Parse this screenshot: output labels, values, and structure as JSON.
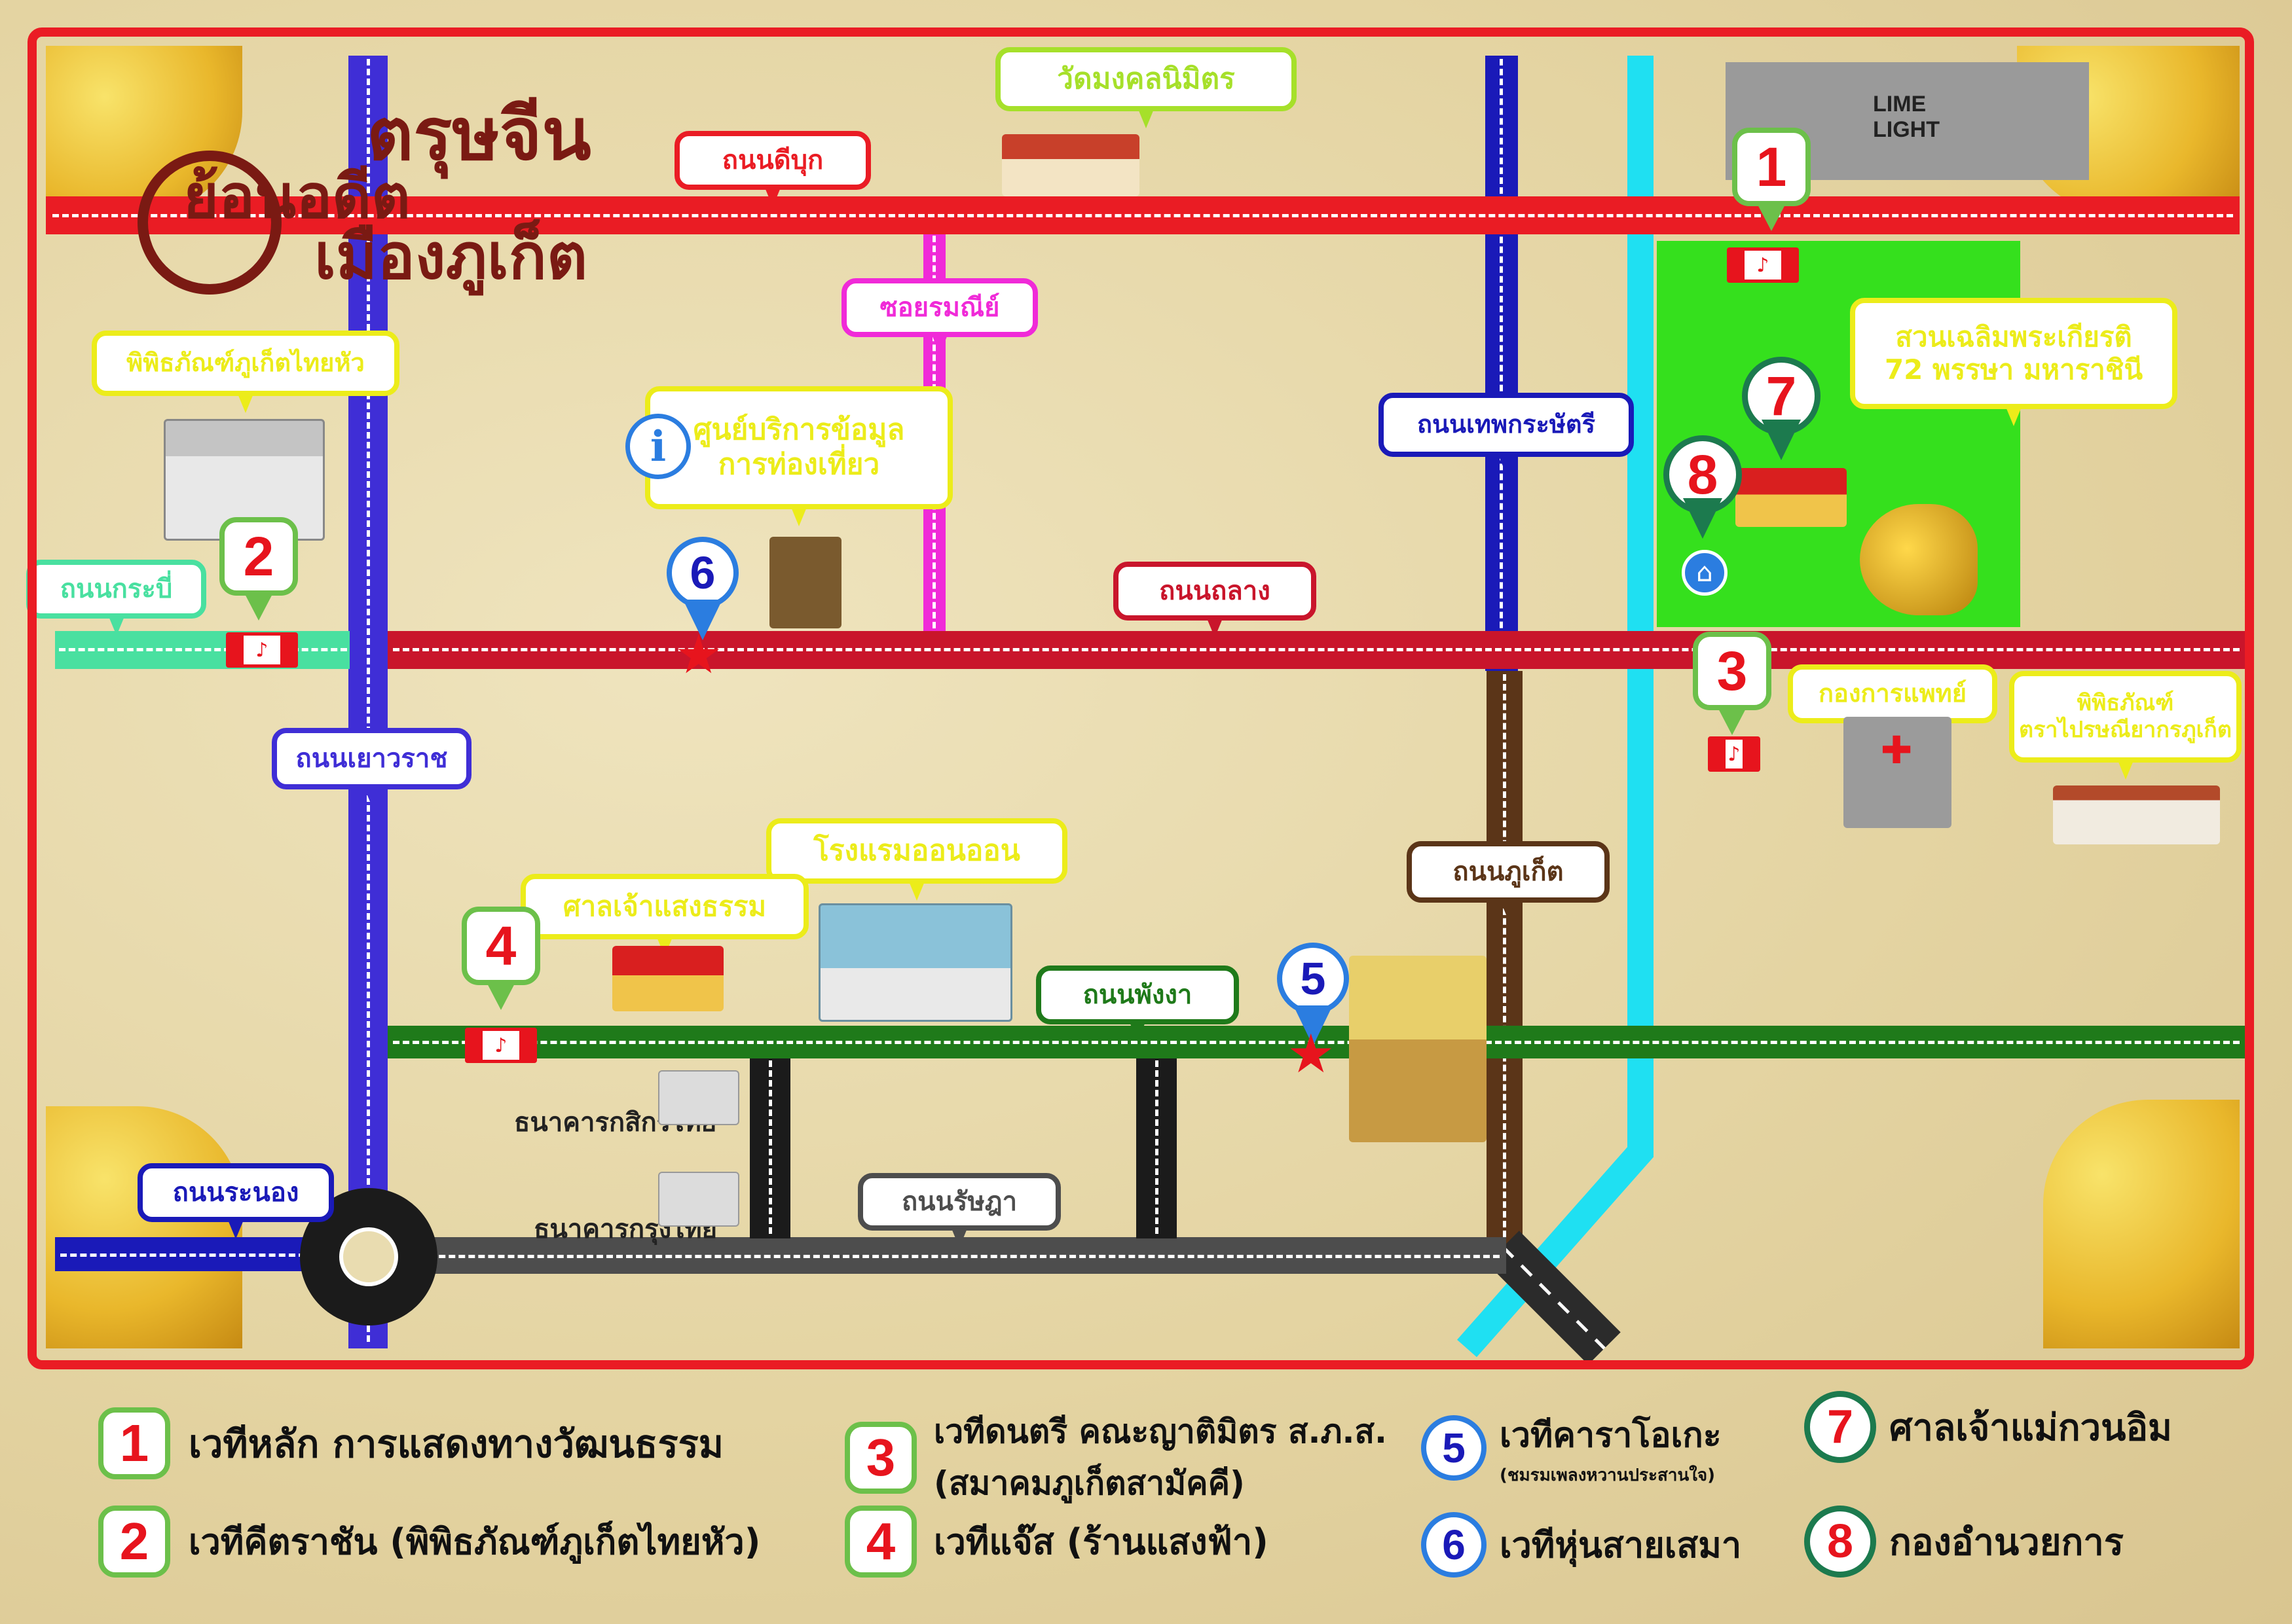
{
  "title": {
    "line1": "ตรุษจีน",
    "line2": "ย้อนอดีต",
    "line3": "เมืองภูเก็ต"
  },
  "roads": {
    "dibuk": "ถนนดีบุก",
    "soi_rommani": "ซอยรมณีย์",
    "thepkrasattri": "ถนนเทพกระษัตรี",
    "krabi": "ถนนกระบี่",
    "thalang": "ถนนถลาง",
    "yaowarat": "ถนนเยาวราช",
    "phuket": "ถนนภูเก็ต",
    "phangnga": "ถนนพังงา",
    "ranong": "ถนนระนอง",
    "ratsada": "ถนนรัษฎา"
  },
  "places": {
    "wat": "วัดมงคลนิมิตร",
    "museum_thaihua": "พิพิธภัณฑ์ภูเก็ตไทยหัว",
    "info_center": "ศูนย์บริการข้อมูล\nการท่องเที่ยว",
    "park": "สวนเฉลิมพระเกียรติ\n72 พรรษา มหาราชินี",
    "medical": "กองการแพทย์",
    "postal_museum": "พิพิธภัณฑ์\nตราไปรษณียากรภูเก็ต",
    "onon_hotel": "โรงแรมออนออน",
    "saeng_tham": "ศาลเจ้าแสงธรรม",
    "kasikorn": "ธนาคารกสิกรไทย",
    "krungthai": "ธนาคารกรุงไทย",
    "limelight": "LIME LIGHT",
    "info_icon": "i"
  },
  "legend": [
    {
      "num": "1",
      "text": "เวทีหลัก การแสดงทางวัฒนธรรม",
      "sub": ""
    },
    {
      "num": "2",
      "text": "เวทีคีตราชัน (พิพิธภัณฑ์ภูเก็ตไทยหัว)",
      "sub": ""
    },
    {
      "num": "3",
      "text": "เวทีดนตรี คณะญาติมิตร ส.ภ.ส.",
      "sub": "(สมาคมภูเก็ตสามัคคี)"
    },
    {
      "num": "4",
      "text": "เวทีแจ๊ส (ร้านแสงฟ้า)",
      "sub": ""
    },
    {
      "num": "5",
      "text": "เวทีคาราโอเกะ",
      "sub": "(ชมรมเพลงหวานประสานใจ)"
    },
    {
      "num": "6",
      "text": "เวทีหุ่นสายเสมา",
      "sub": ""
    },
    {
      "num": "7",
      "text": "ศาลเจ้าแม่กวนอิม",
      "sub": ""
    },
    {
      "num": "8",
      "text": "กองอำนวยการ",
      "sub": ""
    }
  ],
  "colors": {
    "frame": "#ea1c24",
    "dibuk": "#ea1c24",
    "thalang": "#c9152b",
    "phangnga": "#1f7a1a",
    "yaowarat": "#3f2ed6",
    "thepkrasattri": "#1a1ab8",
    "cyan_road": "#1fe0f2",
    "phuket": "#5b3518",
    "ratsada": "#4d4d4d",
    "park": "#35e01d",
    "soi": "#f02ad8"
  }
}
